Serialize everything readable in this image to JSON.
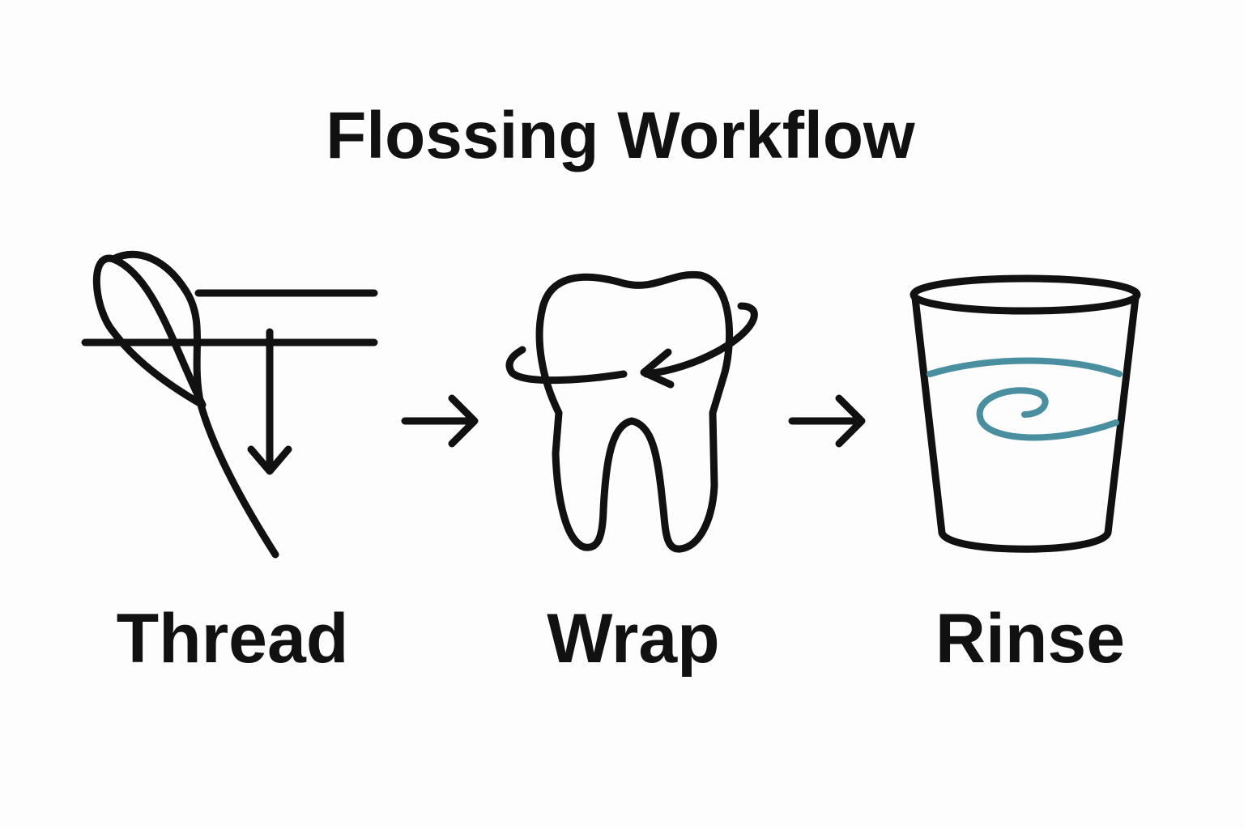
{
  "title": "Flossing Workflow",
  "steps": [
    {
      "label": "Thread",
      "icon": "floss-thread-icon"
    },
    {
      "label": "Wrap",
      "icon": "tooth-wrap-icon"
    },
    {
      "label": "Rinse",
      "icon": "water-cup-icon"
    }
  ],
  "colors": {
    "ink": "#111111",
    "water": "#4a8fa0",
    "background": "#fdfdfd"
  }
}
